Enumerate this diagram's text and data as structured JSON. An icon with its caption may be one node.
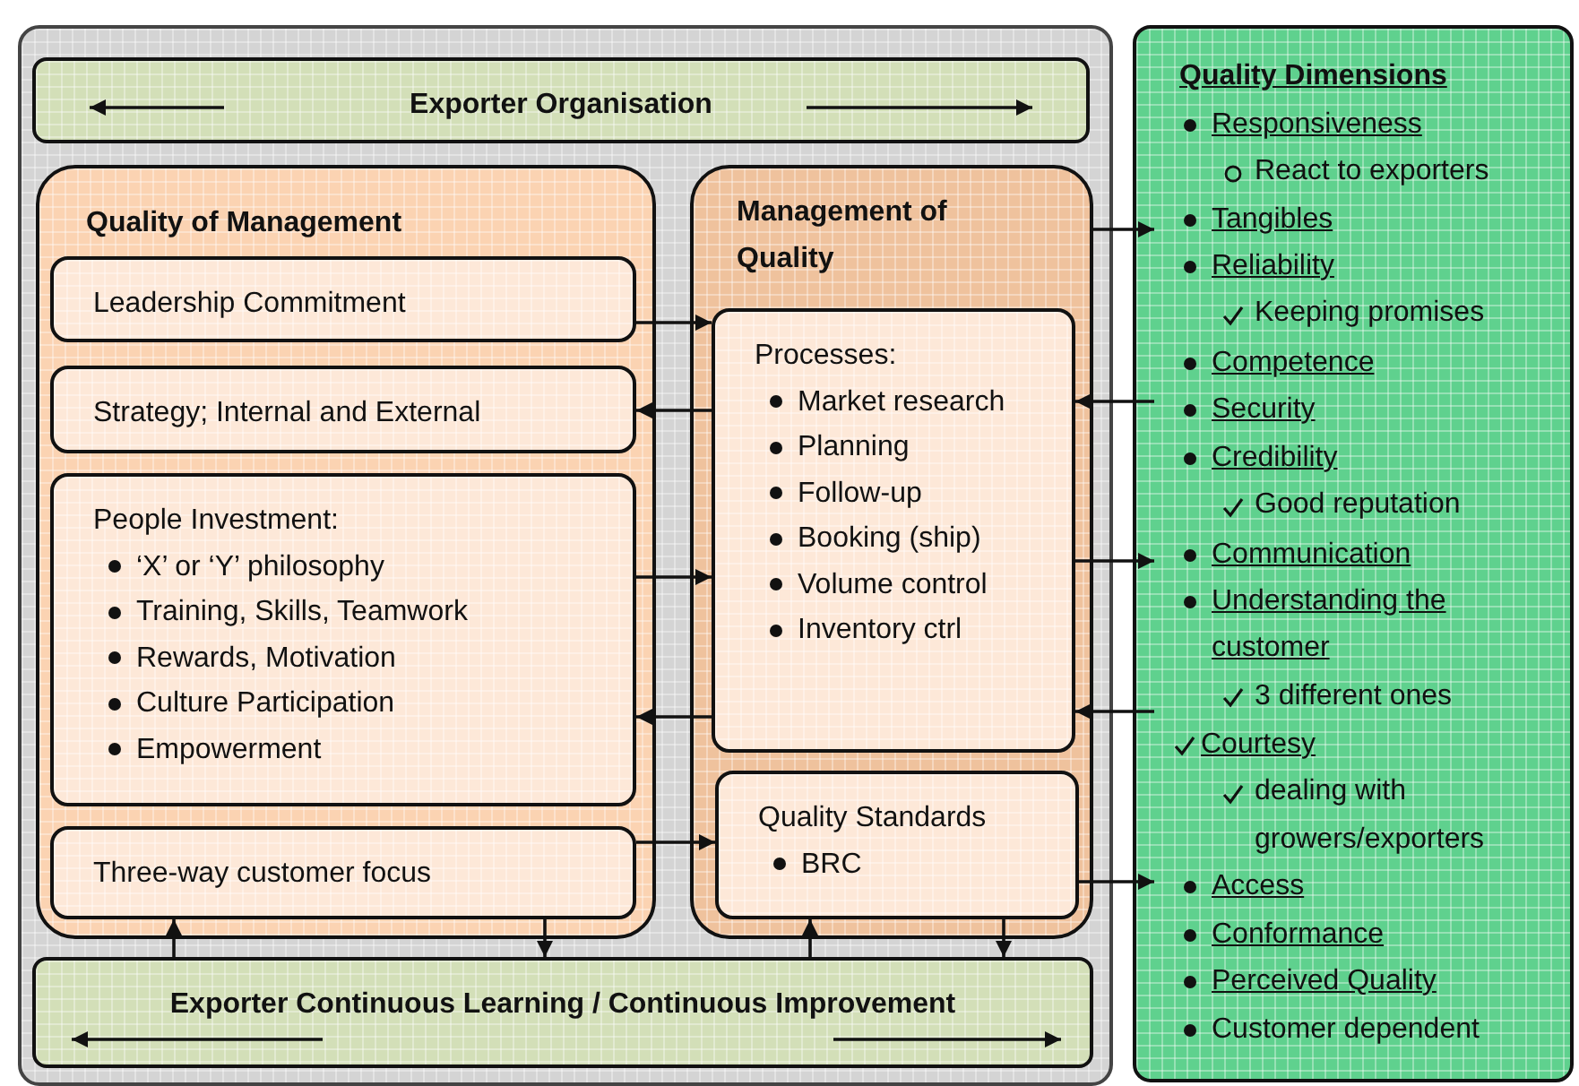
{
  "diagram": {
    "nodes": [
      {
        "text": [
          "Exporter Organisation"
        ]
      },
      {
        "text": [
          "Quality of Management"
        ]
      },
      {
        "text": [
          "Leadership Commitment"
        ],
        "in": 1
      },
      {
        "text": [
          "Strategy; Internal and External"
        ],
        "in": 1
      },
      {
        "text": [
          "People Investment:",
          "‘X’ or ‘Y’ philosophy",
          "Training, Skills, Teamwork",
          "Rewards, Motivation",
          "Culture Participation",
          "Empowerment"
        ],
        "in": 1
      },
      {
        "text": [
          "Three-way customer focus"
        ],
        "in": 1
      },
      {
        "text": [
          "Management of Quality"
        ]
      },
      {
        "text": [
          "Processes:",
          "Market research",
          "Planning",
          "Follow-up",
          "Booking (ship)",
          "Volume control",
          "Inventory ctrl"
        ],
        "in": 6
      },
      {
        "text": [
          "Quality Standards",
          "BRC"
        ],
        "in": 6
      },
      {
        "text": [
          "Exporter Continuous Learning / Continuous Improvement"
        ]
      },
      {
        "text": [
          "Quality Dimensions"
        ]
      },
      {
        "text": [
          "Responsiveness",
          "React to exporters"
        ],
        "in": 10
      },
      {
        "text": [
          "Tangibles"
        ],
        "in": 10
      },
      {
        "text": [
          "Reliability",
          "Keeping promises"
        ],
        "in": 10
      },
      {
        "text": [
          "Competence"
        ],
        "in": 10
      },
      {
        "text": [
          "Security"
        ],
        "in": 10
      },
      {
        "text": [
          "Credibility",
          "Good reputation"
        ],
        "in": 10
      },
      {
        "text": [
          "Communication"
        ],
        "in": 10
      },
      {
        "text": [
          "Understanding the customer",
          "3 different ones"
        ],
        "in": 10
      },
      {
        "text": [
          "Courtesy",
          "dealing with growers/exporters"
        ],
        "in": 10
      },
      {
        "text": [
          "Access"
        ],
        "in": 10
      },
      {
        "text": [
          "Conformance"
        ],
        "in": 10
      },
      {
        "text": [
          "Perceived Quality"
        ],
        "in": 10
      },
      {
        "text": [
          "Customer dependent"
        ],
        "in": 10
      }
    ],
    "edges": [
      {
        "from": 2,
        "to": 7,
        "arrow": "to"
      },
      {
        "from": 7,
        "to": 3,
        "arrow": "to"
      },
      {
        "from": 4,
        "to": 7,
        "arrow": "to"
      },
      {
        "from": 7,
        "to": 4,
        "arrow": "to"
      },
      {
        "from": 5,
        "to": 8,
        "arrow": "to"
      },
      {
        "from": 6,
        "to": 12,
        "arrow": "to"
      },
      {
        "from": 15,
        "to": 7,
        "arrow": "to"
      },
      {
        "from": 7,
        "to": 17,
        "arrow": "to"
      },
      {
        "from": 18,
        "to": 7,
        "arrow": "to"
      },
      {
        "from": 8,
        "to": 20,
        "arrow": "to"
      },
      {
        "from": 9,
        "to": 5,
        "arrow": "to"
      },
      {
        "from": 5,
        "to": 9,
        "arrow": "to"
      },
      {
        "from": 9,
        "to": 8,
        "arrow": "to"
      },
      {
        "from": 8,
        "to": 9,
        "arrow": "to"
      }
    ]
  }
}
